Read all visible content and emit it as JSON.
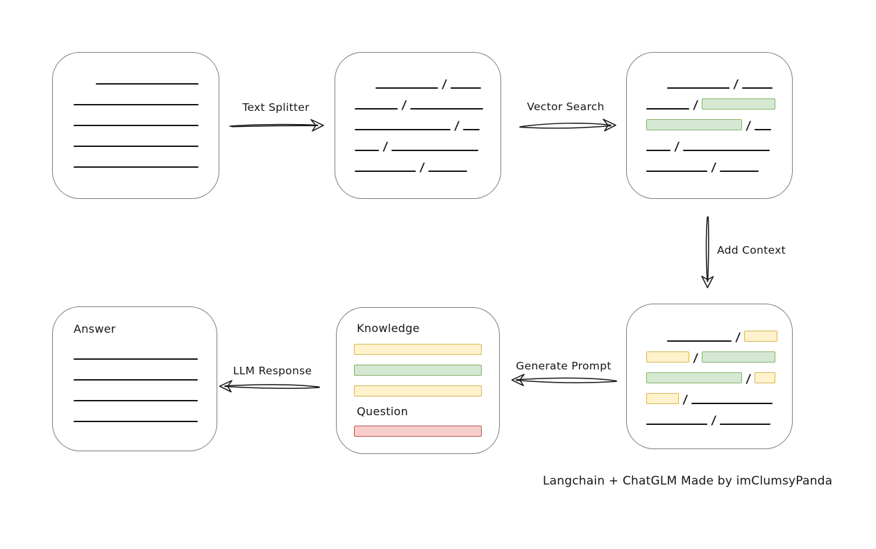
{
  "caption": "Langchain + ChatGLM Made by imClumsyPanda",
  "glyphs": {
    "slash": "/"
  },
  "colors": {
    "green_fill": "#d5e8d4",
    "green_border": "#82b366",
    "yellow_fill": "#fff2cc",
    "yellow_border": "#d6b656",
    "red_fill": "#f8cecc",
    "red_border": "#b85450",
    "box_border": "#7e7e7e",
    "ink": "#161616"
  },
  "labels": {
    "text_splitter": "Text Splitter",
    "vector_search": "Vector Search",
    "add_context": "Add Context",
    "generate_prompt": "Generate Prompt",
    "llm_response": "LLM Response"
  },
  "boxes": {
    "document": {
      "rows": [
        {
          "indent": 32,
          "segs": [
            {
              "k": "ln",
              "w": 148
            }
          ]
        },
        {
          "segs": [
            {
              "k": "ln",
              "w": 180
            }
          ]
        },
        {
          "segs": [
            {
              "k": "ln",
              "w": 180
            }
          ]
        },
        {
          "segs": [
            {
              "k": "ln",
              "w": 180
            }
          ]
        },
        {
          "segs": [
            {
              "k": "ln",
              "w": 180
            }
          ]
        }
      ]
    },
    "chunks": {
      "rows": [
        {
          "indent": 30,
          "segs": [
            {
              "k": "ln",
              "w": 90
            },
            {
              "k": "sl"
            },
            {
              "k": "ln",
              "w": 44
            }
          ]
        },
        {
          "segs": [
            {
              "k": "ln",
              "w": 62
            },
            {
              "k": "sl"
            },
            {
              "k": "ln",
              "w": 105
            }
          ]
        },
        {
          "segs": [
            {
              "k": "ln",
              "w": 138
            },
            {
              "k": "sl"
            },
            {
              "k": "ln",
              "w": 24
            }
          ]
        },
        {
          "segs": [
            {
              "k": "ln",
              "w": 35
            },
            {
              "k": "sl"
            },
            {
              "k": "ln",
              "w": 125
            }
          ]
        },
        {
          "segs": [
            {
              "k": "ln",
              "w": 88
            },
            {
              "k": "sl"
            },
            {
              "k": "ln",
              "w": 56
            }
          ]
        }
      ]
    },
    "retrieved": {
      "rows": [
        {
          "indent": 30,
          "segs": [
            {
              "k": "ln",
              "w": 90
            },
            {
              "k": "sl"
            },
            {
              "k": "ln",
              "w": 44
            }
          ]
        },
        {
          "segs": [
            {
              "k": "ln",
              "w": 62
            },
            {
              "k": "sl"
            },
            {
              "k": "gr",
              "w": 106
            }
          ]
        },
        {
          "segs": [
            {
              "k": "gr",
              "w": 138
            },
            {
              "k": "sl"
            },
            {
              "k": "ln",
              "w": 24
            }
          ]
        },
        {
          "segs": [
            {
              "k": "ln",
              "w": 35
            },
            {
              "k": "sl"
            },
            {
              "k": "ln",
              "w": 125
            }
          ]
        },
        {
          "segs": [
            {
              "k": "ln",
              "w": 88
            },
            {
              "k": "sl"
            },
            {
              "k": "ln",
              "w": 56
            }
          ]
        }
      ]
    },
    "context": {
      "rows": [
        {
          "indent": 30,
          "segs": [
            {
              "k": "ln",
              "w": 93
            },
            {
              "k": "sl"
            },
            {
              "k": "yl",
              "w": 48
            }
          ]
        },
        {
          "segs": [
            {
              "k": "yl",
              "w": 62
            },
            {
              "k": "sl"
            },
            {
              "k": "gr",
              "w": 106
            }
          ]
        },
        {
          "segs": [
            {
              "k": "gr",
              "w": 138
            },
            {
              "k": "sl"
            },
            {
              "k": "yl",
              "w": 30
            }
          ]
        },
        {
          "segs": [
            {
              "k": "yl",
              "w": 47
            },
            {
              "k": "sl"
            },
            {
              "k": "ln",
              "w": 117
            }
          ]
        },
        {
          "segs": [
            {
              "k": "ln",
              "w": 88
            },
            {
              "k": "sl"
            },
            {
              "k": "ln",
              "w": 73
            }
          ]
        }
      ]
    },
    "prompt": {
      "knowledge_heading": "Knowledge",
      "question_heading": "Question",
      "knowledge_bars": [
        "yellow",
        "green",
        "yellow"
      ],
      "question_bars": [
        "red"
      ]
    },
    "answer": {
      "heading": "Answer",
      "rows": [
        {
          "segs": [
            {
              "k": "ln",
              "w": 179
            }
          ]
        },
        {
          "segs": [
            {
              "k": "ln",
              "w": 179
            }
          ]
        },
        {
          "segs": [
            {
              "k": "ln",
              "w": 179
            }
          ]
        },
        {
          "segs": [
            {
              "k": "ln",
              "w": 179
            }
          ]
        }
      ]
    }
  }
}
